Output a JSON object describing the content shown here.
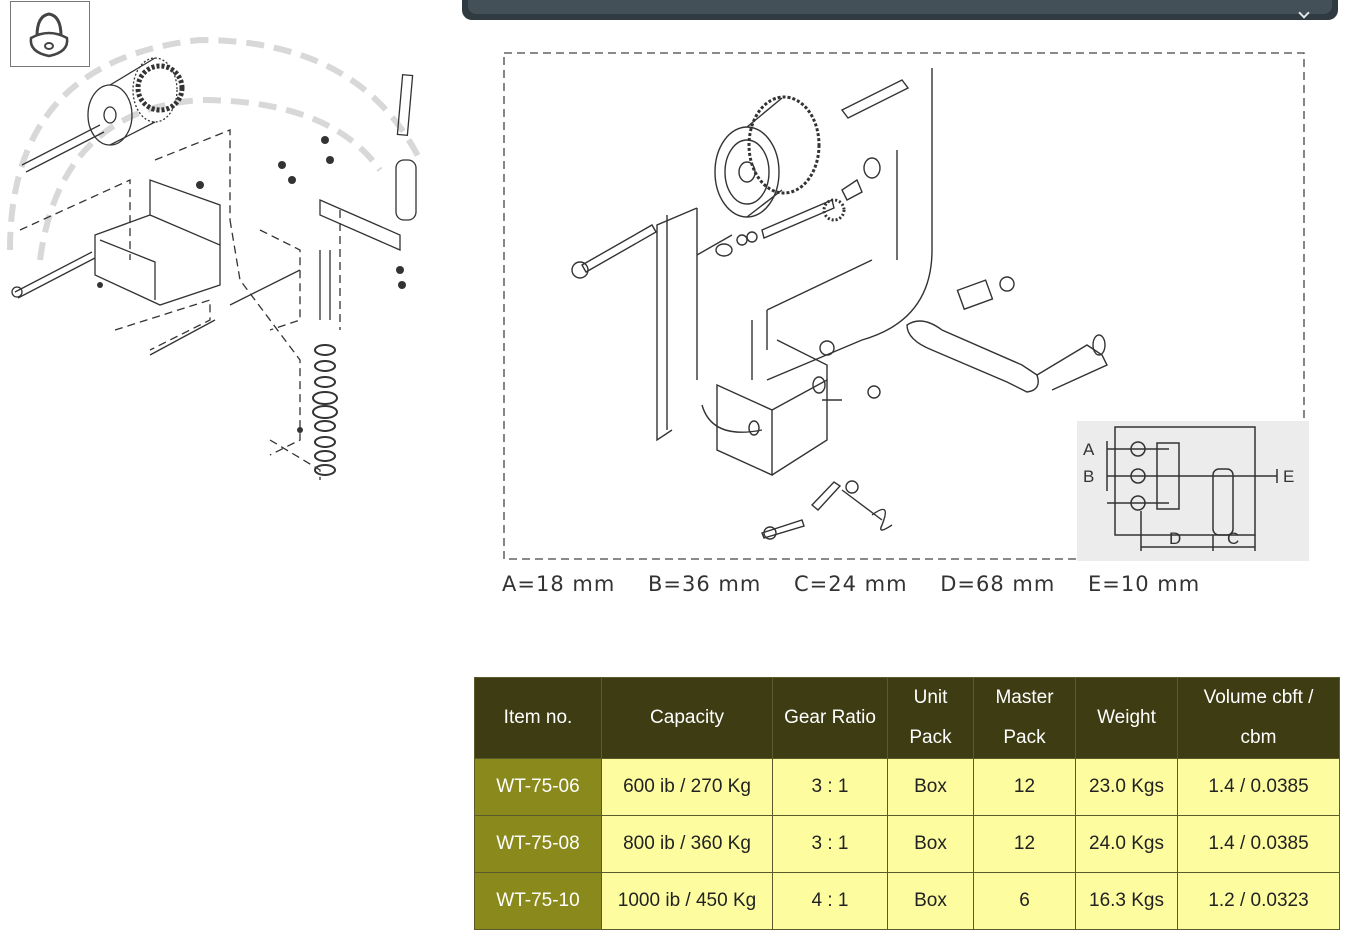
{
  "dimensions": {
    "a": "A=18 mm",
    "b": "B=36 mm",
    "c": "C=24 mm",
    "d": "D=68 mm",
    "e": "E=10 mm"
  },
  "inset_labels": {
    "a": "A",
    "b": "B",
    "c": "C",
    "d": "D",
    "e": "E"
  },
  "table": {
    "headers": {
      "item": "Item no.",
      "capacity": "Capacity",
      "gear": "Gear Ratio",
      "unit_line1": "Unit",
      "unit_line2": "Pack",
      "master_line1": "Master",
      "master_line2": "Pack",
      "weight": "Weight",
      "volume_line1": "Volume cbft /",
      "volume_line2": "cbm"
    },
    "rows": [
      {
        "item": "WT-75-06",
        "capacity": "600 ib / 270 Kg",
        "gear": "3 : 1",
        "unit": "Box",
        "master": "12",
        "weight": "23.0 Kgs",
        "volume": "1.4 / 0.0385"
      },
      {
        "item": "WT-75-08",
        "capacity": "800 ib / 360 Kg",
        "gear": "3 : 1",
        "unit": "Box",
        "master": "12",
        "weight": "24.0 Kgs",
        "volume": "1.4 / 0.0385"
      },
      {
        "item": "WT-75-10",
        "capacity": "1000 ib / 450 Kg",
        "gear": "4 : 1",
        "unit": "Box",
        "master": "6",
        "weight": "16.3 Kgs",
        "volume": "1.2 / 0.0323"
      }
    ]
  }
}
